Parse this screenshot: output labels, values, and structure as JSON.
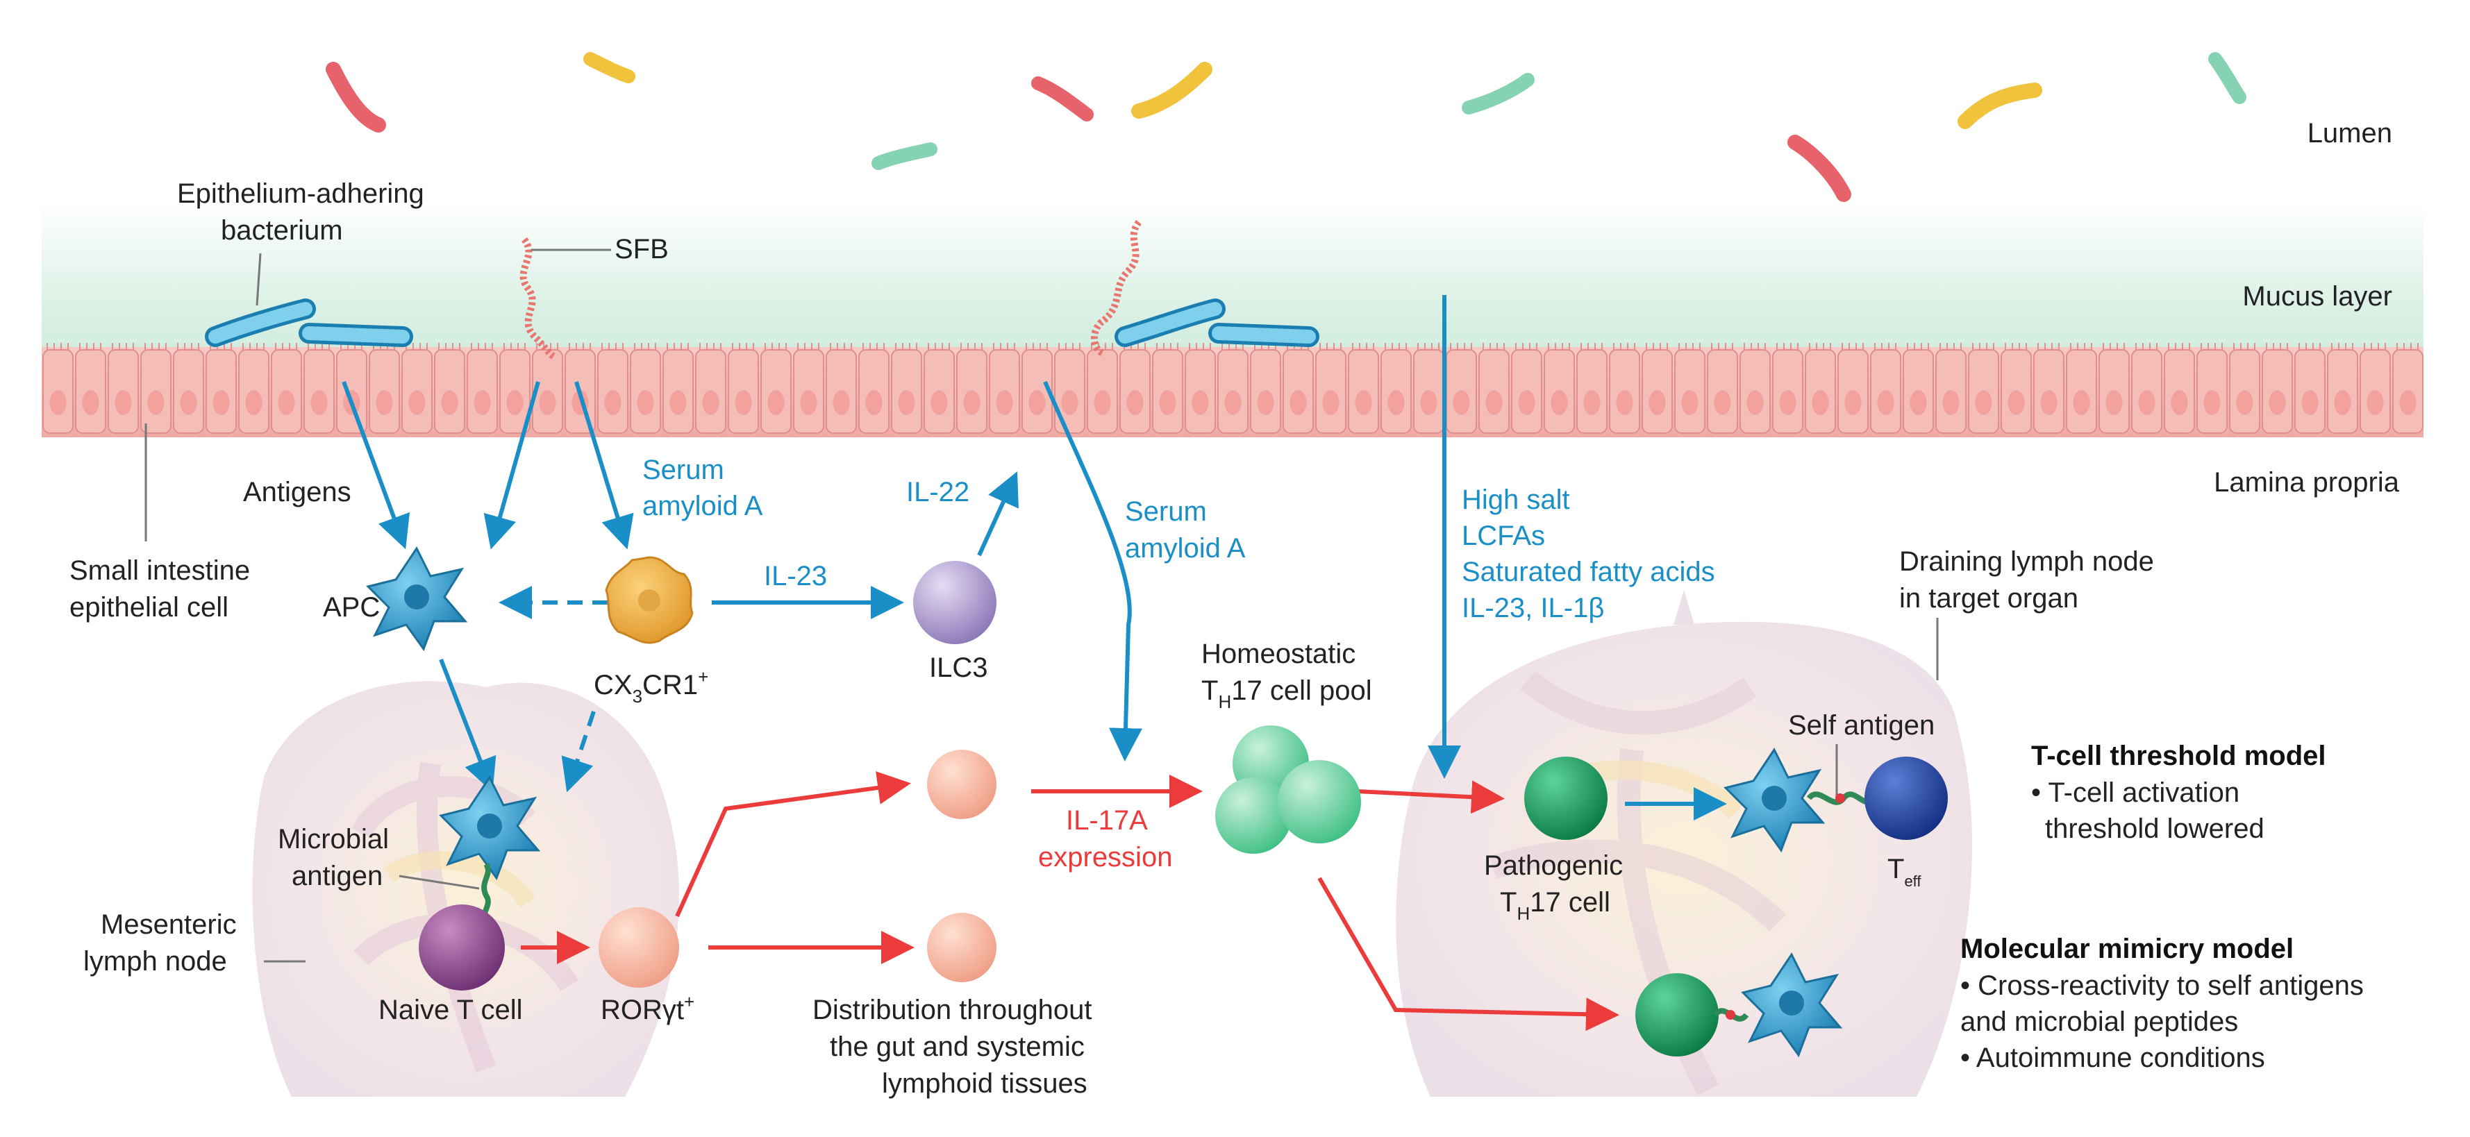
{
  "colors": {
    "blue": "#1a8fc7",
    "red": "#ec3b3b",
    "text": "#222222",
    "mucus": "#d6efe2",
    "epithelium": "#f4b8b4",
    "lymph": "#ece3e8"
  },
  "regions": {
    "lumen": "Lumen",
    "mucus": "Mucus layer",
    "lamina": "Lamina propria"
  },
  "labels": {
    "epi_bact_1": "Epithelium-adhering",
    "epi_bact_2": "bacterium",
    "sfb": "SFB",
    "antigens": "Antigens",
    "small_int_1": "Small intestine",
    "small_int_2": "epithelial cell",
    "apc": "APC",
    "cx3cr1_a": "CX",
    "cx3cr1_sub": "3",
    "cx3cr1_b": "CR1",
    "cx3cr1_sup": "+",
    "serum1_a": "Serum",
    "serum1_b": "amyloid A",
    "il22": "IL-22",
    "il23": "IL-23",
    "ilc3": "ILC3",
    "serum2_a": "Serum",
    "serum2_b": "amyloid A",
    "factors": [
      "High salt",
      "LCFAs",
      "Saturated fatty acids",
      "IL-23, IL-1β"
    ],
    "homeo_1": "Homeostatic",
    "homeo_2a": "T",
    "homeo_2sub": "H",
    "homeo_2b": "17 cell pool",
    "il17a_1": "IL-17A",
    "il17a_2": "expression",
    "microbial_1": "Microbial",
    "microbial_2": "antigen",
    "mesenteric_1": "Mesenteric",
    "mesenteric_2": "lymph node",
    "naive": "Naive T cell",
    "rorgt": "RORγt",
    "rorgt_sup": "+",
    "distrib": [
      "Distribution throughout",
      "the gut and systemic",
      "lymphoid tissues"
    ],
    "draining_1": "Draining lymph node",
    "draining_2": "in target organ",
    "pathogenic_1": "Pathogenic",
    "pathogenic_2a": "T",
    "pathogenic_2sub": "H",
    "pathogenic_2b": "17 cell",
    "self_antigen": "Self antigen",
    "teff": "T",
    "teff_sub": "eff"
  },
  "models": {
    "threshold_title": "T-cell threshold model",
    "threshold_items": [
      "• T-cell activation",
      "threshold lowered"
    ],
    "mimicry_title": "Molecular mimicry model",
    "mimicry_items": [
      "• Cross-reactivity to self antigens",
      "and microbial peptides",
      "• Autoimmune conditions"
    ]
  }
}
